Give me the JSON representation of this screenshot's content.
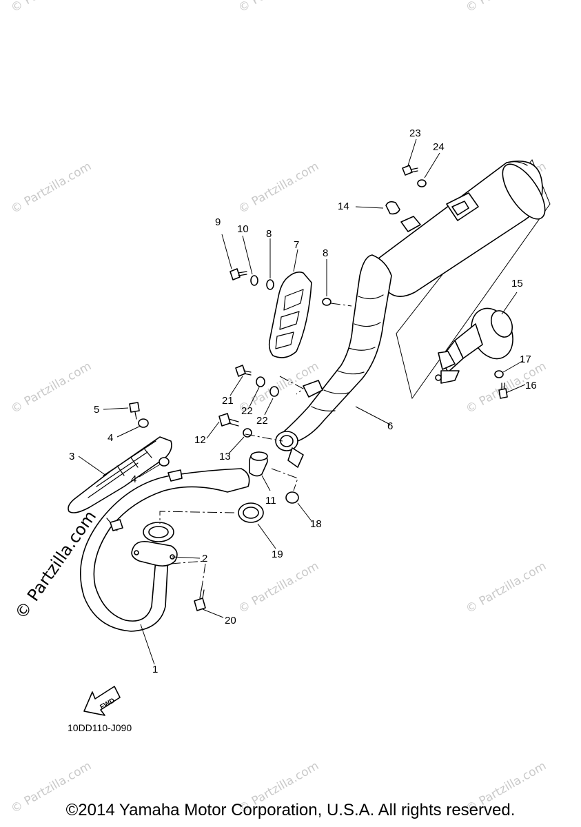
{
  "diagram": {
    "figure_code": "10DD110-J090",
    "fwd_label": "FWD",
    "copyright": "©2014 Yamaha Motor Corporation, U.S.A. All rights reserved.",
    "watermark_text": "© Partzilla.com",
    "callouts": [
      "1",
      "2",
      "3",
      "4",
      "4",
      "5",
      "6",
      "7",
      "8",
      "8",
      "9",
      "10",
      "11",
      "12",
      "13",
      "14",
      "15",
      "16",
      "17",
      "18",
      "19",
      "20",
      "21",
      "22",
      "22",
      "23",
      "24"
    ]
  }
}
